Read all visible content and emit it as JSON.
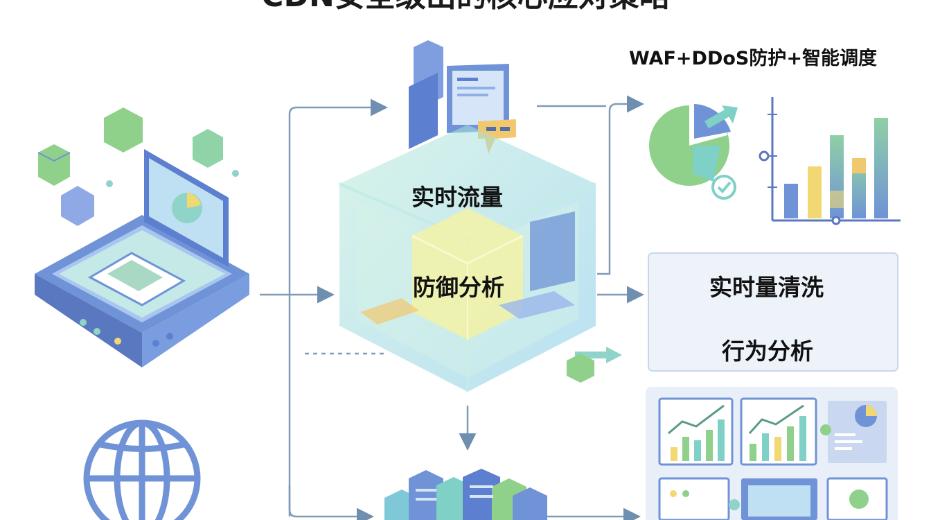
{
  "diagram": {
    "title": "CDN安全级出的核心应对策略",
    "strategy_label": "WAF+DDoS防护+智能调度",
    "core_labels": {
      "realtime_traffic": "实时流量",
      "defense_analysis": "防御分析"
    },
    "result_panel": {
      "line1": "实时量清洗",
      "line2": "行为分析"
    },
    "colors": {
      "blue": "#6f93d6",
      "teal": "#7fd1c7",
      "green": "#8fd08a",
      "yellow": "#f1d872",
      "arrow": "#6f8fb0",
      "panel": "#eef3fa"
    }
  }
}
